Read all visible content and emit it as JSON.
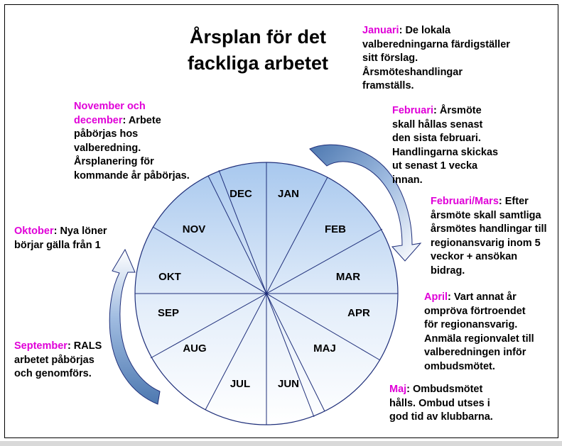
{
  "title": "Årsplan för det fackliga arbetet",
  "colors": {
    "month_highlight": "#e000d8",
    "wheel_top": "#a8c8ee",
    "wheel_bottom": "#ffffff",
    "arrow": "#6f93c4",
    "divider": "#1f2f7a"
  },
  "months": {
    "jan": "JAN",
    "feb": "FEB",
    "mar": "MAR",
    "apr": "APR",
    "maj": "MAJ",
    "jun": "JUN",
    "jul": "JUL",
    "aug": "AUG",
    "sep": "SEP",
    "okt": "OKT",
    "nov": "NOV",
    "dec": "DEC"
  },
  "notes": {
    "januari": {
      "month": "Januari",
      "text": ": De lokala valberedningarna färdigställer sitt förslag. Årsmöteshandlingar framställs."
    },
    "februari": {
      "month": "Februari",
      "text": ": Årsmöte skall hållas senast den sista februari. Handlingarna skickas ut senast 1 vecka innan."
    },
    "feb_mars": {
      "month": "Februari/Mars",
      "text": ": Efter årsmöte skall samtliga årsmötes handlingar till regionansvarig inom 5 veckor + ansökan bidrag."
    },
    "april": {
      "month": "April",
      "text": ": Vart annat år ompröva förtroendet för regionansvarig. Anmäla regionvalet till valberedningen inför ombudsmötet."
    },
    "maj": {
      "month": "Maj",
      "text": ": Ombudsmötet hålls. Ombud utses i god tid av klubbarna."
    },
    "september": {
      "month": "September",
      "text": ": RALS arbetet påbörjas och genomförs."
    },
    "oktober": {
      "month": "Oktober",
      "text": ": Nya löner börjar gälla från 1"
    },
    "nov_dec": {
      "month": "November och december",
      "text": ": Arbete påbörjas hos valberedning. Årsplanering för kommande år påbörjas."
    }
  }
}
